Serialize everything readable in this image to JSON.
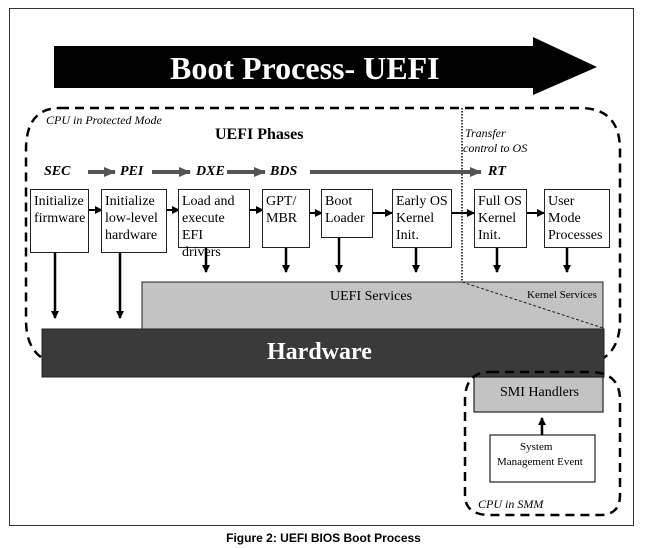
{
  "title": "Boot Process- UEFI",
  "regions": {
    "protected_mode": "CPU in Protected Mode",
    "smm": "CPU in SMM",
    "transfer": [
      "Transfer",
      "control to OS"
    ]
  },
  "phases_title": "UEFI Phases",
  "phases": [
    "SEC",
    "PEI",
    "DXE",
    "BDS",
    "RT"
  ],
  "steps": [
    {
      "lines": [
        "Initialize",
        "firmware"
      ]
    },
    {
      "lines": [
        "Initialize",
        "low-level",
        "hardware"
      ]
    },
    {
      "lines": [
        "Load and",
        "execute EFI",
        "drivers"
      ]
    },
    {
      "lines": [
        "GPT/",
        "MBR"
      ]
    },
    {
      "lines": [
        "Boot",
        "Loader"
      ]
    },
    {
      "lines": [
        "Early OS",
        "Kernel",
        "Init."
      ]
    },
    {
      "lines": [
        "Full OS",
        "Kernel",
        "Init."
      ]
    },
    {
      "lines": [
        "User Mode",
        "Processes"
      ]
    }
  ],
  "layers": {
    "uefi_services": "UEFI Services",
    "kernel_services": "Kernel Services",
    "hardware": "Hardware",
    "smi_handlers": "SMI Handlers",
    "sme": [
      "System",
      "Management Event"
    ]
  },
  "colors": {
    "hardware": "#3a3a3a",
    "services": "#c3c3c3",
    "phase_arrow": "#555555"
  },
  "caption": "Figure 2: UEFI BIOS Boot Process"
}
